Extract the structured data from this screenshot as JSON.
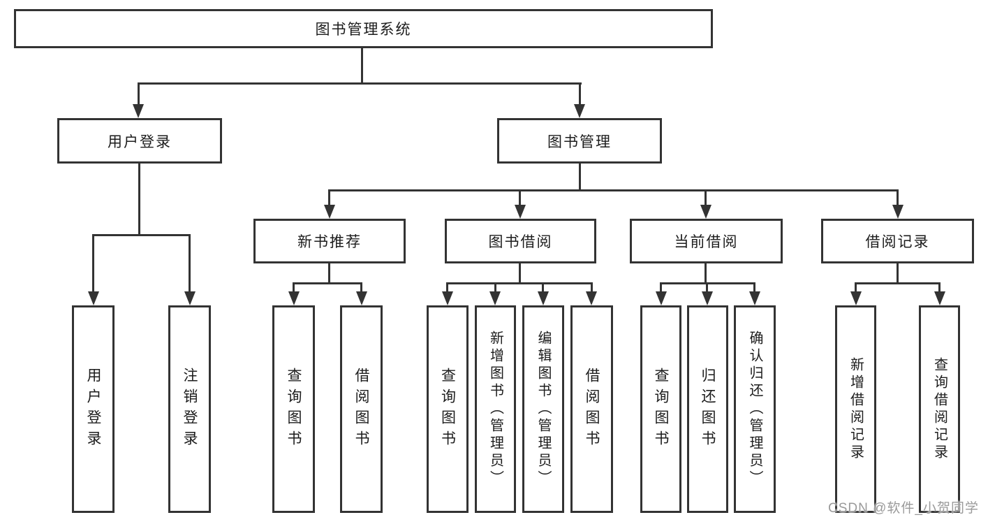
{
  "tree": {
    "root": {
      "label": "图书管理系统"
    },
    "branches": [
      {
        "label": "用户登录",
        "children": [
          {
            "label": "用户登录"
          },
          {
            "label": "注销登录"
          }
        ]
      },
      {
        "label": "图书管理",
        "children": [
          {
            "label": "新书推荐",
            "children": [
              {
                "label": "查询图书"
              },
              {
                "label": "借阅图书"
              }
            ]
          },
          {
            "label": "图书借阅",
            "children": [
              {
                "label": "查询图书"
              },
              {
                "label": "新增图书（管理员）"
              },
              {
                "label": "编辑图书（管理员）"
              },
              {
                "label": "借阅图书"
              }
            ]
          },
          {
            "label": "当前借阅",
            "children": [
              {
                "label": "查询图书"
              },
              {
                "label": "归还图书"
              },
              {
                "label": "确认归还（管理员）"
              }
            ]
          },
          {
            "label": "借阅记录",
            "children": [
              {
                "label": "新增借阅记录"
              },
              {
                "label": "查询借阅记录"
              }
            ]
          }
        ]
      }
    ]
  },
  "watermark": {
    "text": "CSDN @软件_小贺同学"
  },
  "colors": {
    "line": "#333333",
    "text": "#1c1c1c",
    "background": "#ffffff",
    "watermark": "#9a9a9a"
  }
}
